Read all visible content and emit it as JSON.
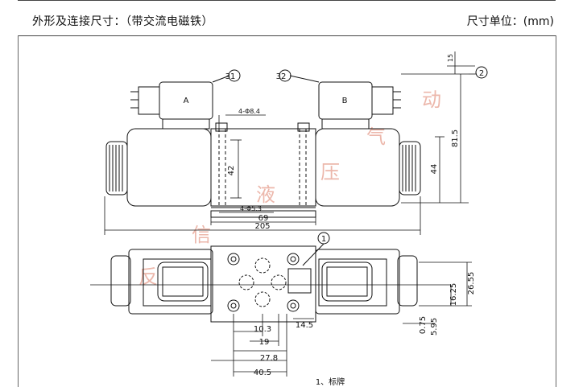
{
  "header": {
    "title": "外形及连接尺寸：（带交流电磁铁）",
    "unit": "尺寸单位：(mm)"
  },
  "drawing": {
    "balloon_31": "31",
    "balloon_32": "32",
    "balloon_2": "2",
    "balloon_1": "1",
    "solenoid_a": "A",
    "solenoid_b": "B",
    "dim_hole_top": "4-Φ8.4",
    "dim_hole_bottom": "4-Φ5.3",
    "dim_42": "42",
    "dim_69": "69",
    "dim_205": "205",
    "dim_44": "44",
    "dim_81_5": "81.5",
    "dim_15": "15",
    "dim_26_55": "26.55",
    "dim_16_25": "16.25",
    "dim_0_75": "0.75",
    "dim_5_95": "5.95",
    "dim_14_5": "14.5",
    "dim_10_3": "10.3",
    "dim_19": "19",
    "dim_27_8": "27.8",
    "dim_40_5": "40.5",
    "caption": "1、标牌",
    "watermark": [
      "反",
      "信",
      "液",
      "压",
      "气",
      "动"
    ]
  }
}
